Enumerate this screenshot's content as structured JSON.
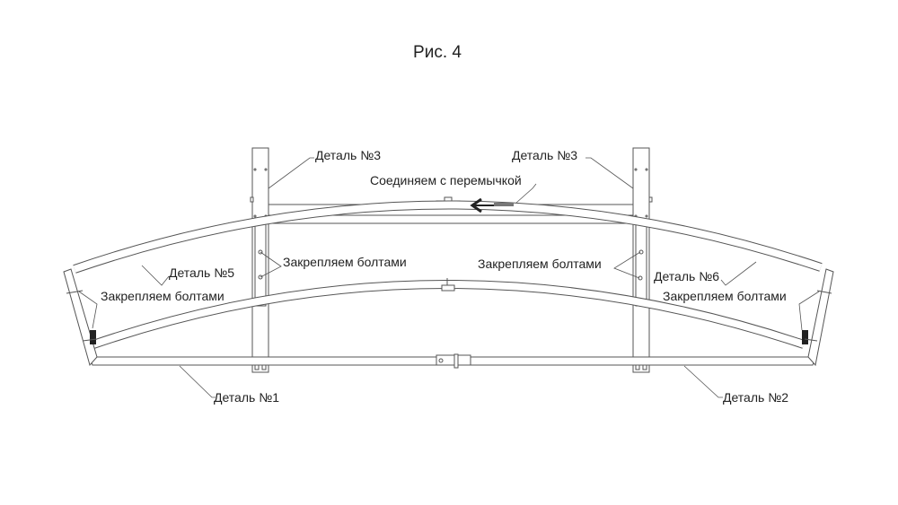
{
  "figure": {
    "title": "Рис. 4",
    "labels": {
      "part3_left": "Деталь №3",
      "part3_right": "Деталь №3",
      "connect_jumper": "Соединяем с перемычкой",
      "bolts_center_left": "Закрепляем болтами",
      "bolts_center_right": "Закрепляем болтами",
      "part5": "Деталь №5",
      "part6": "Деталь №6",
      "bolts_left": "Закрепляем болтами",
      "bolts_right": "Закрепляем болтами",
      "part1": "Деталь №1",
      "part2": "Деталь №2"
    }
  }
}
